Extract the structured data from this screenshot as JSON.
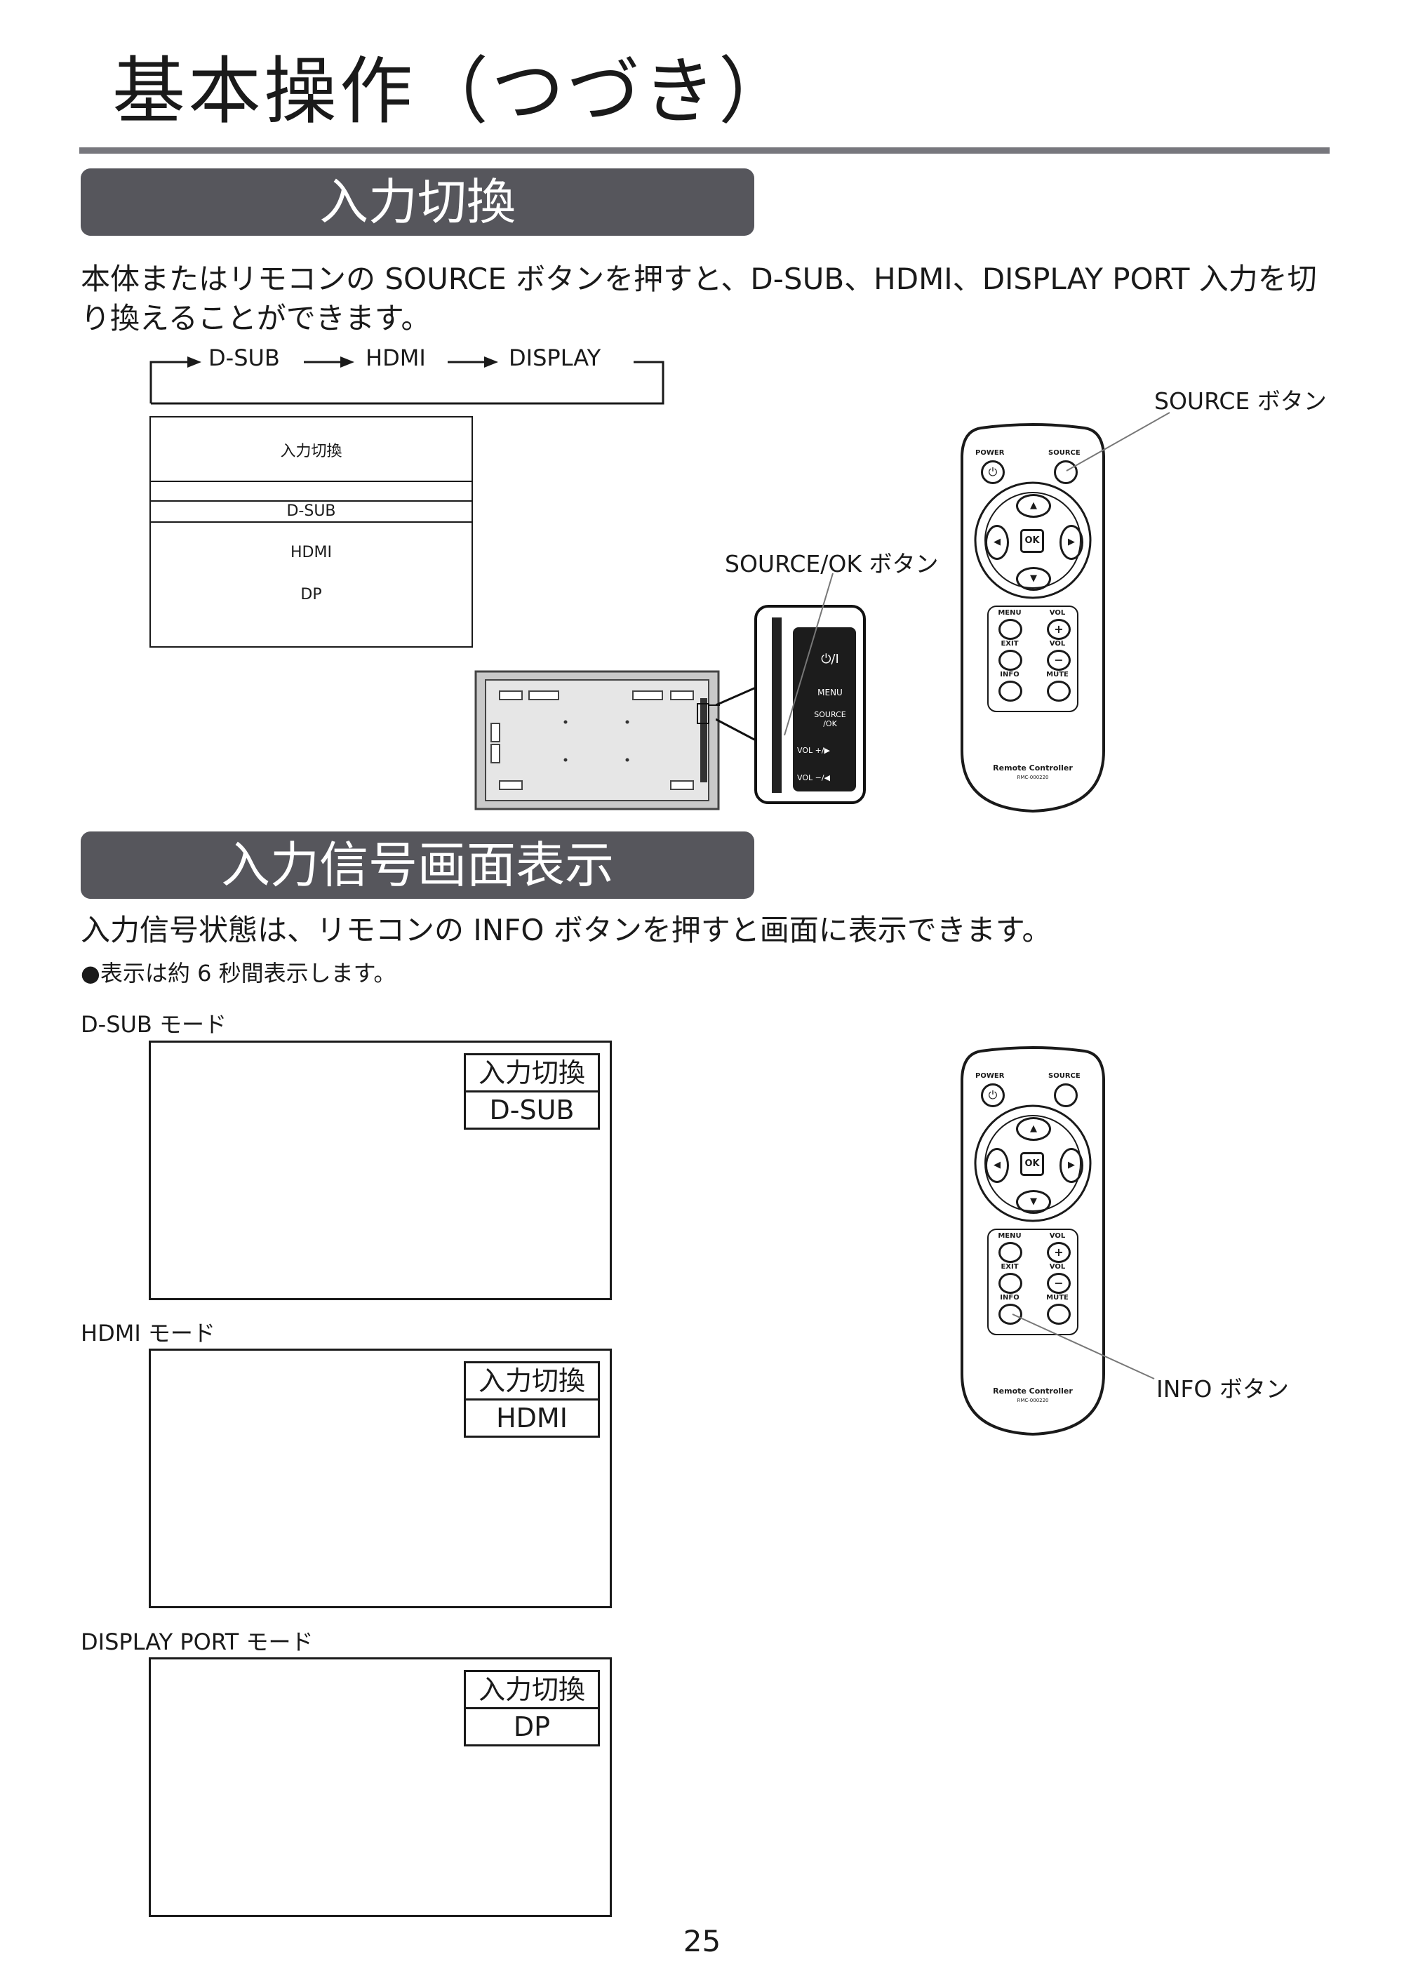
{
  "page": {
    "title": "基本操作（つづき）",
    "page_number": "25"
  },
  "section1": {
    "heading": "入力切換",
    "description_line1": "本体またはリモコンの SOURCE ボタンを押すと、D-SUB、HDMI、DISPLAY PORT 入力を切",
    "description_line2": "り換えることができます。",
    "cycle": [
      "D-SUB",
      "HDMI",
      "DISPLAY"
    ],
    "menu": {
      "title": "入力切換",
      "options": [
        "D-SUB",
        "HDMI",
        "DP"
      ],
      "selected": "D-SUB"
    },
    "source_ok_label": "SOURCE/OK ボタン",
    "source_label": "SOURCE ボタン",
    "panel_buttons": [
      "⏻/I",
      "MENU",
      "SOURCE\n/OK",
      "VOL +/▶",
      "VOL −/◀"
    ]
  },
  "section2": {
    "heading": "入力信号画面表示",
    "description": "入力信号状態は、リモコンの INFO ボタンを押すと画面に表示できます。",
    "note": "●表示は約 6 秒間表示します。",
    "modes": [
      {
        "label": "D-SUB モード",
        "osd_title": "入力切換",
        "osd_value": "D-SUB"
      },
      {
        "label": "HDMI モード",
        "osd_title": "入力切換",
        "osd_value": "HDMI"
      },
      {
        "label": "DISPLAY PORT モード",
        "osd_title": "入力切換",
        "osd_value": "DP"
      }
    ],
    "info_label": "INFO ボタン"
  },
  "remote": {
    "power": "POWER",
    "source": "SOURCE",
    "ok": "OK",
    "menu": "MENU",
    "vol": "VOL",
    "exit": "EXIT",
    "info": "INFO",
    "mute": "MUTE",
    "brand": "Remote Controller",
    "model": "RMC-000220"
  }
}
